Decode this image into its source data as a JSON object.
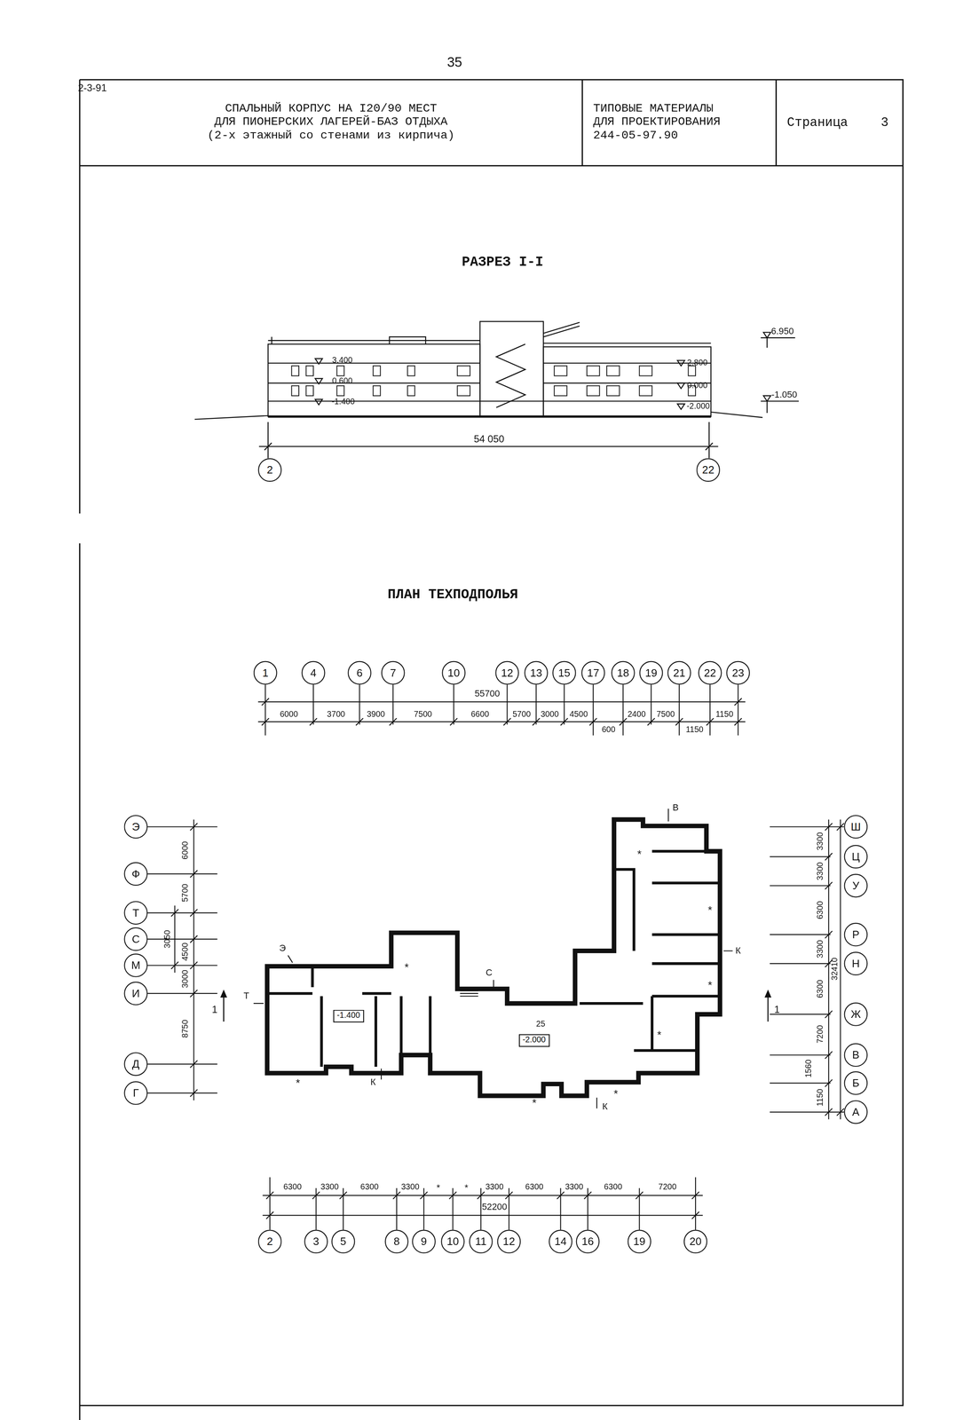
{
  "diagram": {
    "nodes": [
      {
        "text": [
          "СПАЛЬНЫЙ КОРПУС НА I20/90 МЕСТ ДЛЯ ПИОНЕРСКИХ ЛАГЕРЕЙ-БАЗ ОТДЫХА",
          "(2-х этажный со стенами из кирпича)"
        ]
      },
      {
        "text": [
          "ТИПОВЫЕ МАТЕРИАЛЫ ДЛЯ ПРОЕКТИРОВАНИЯ 244-05-97.90"
        ]
      },
      {
        "text": [
          "Страница",
          "3"
        ]
      },
      {
        "text": [
          "2"
        ]
      },
      {
        "text": [
          "22"
        ]
      },
      {
        "text": [
          "1"
        ]
      },
      {
        "text": [
          "4"
        ]
      },
      {
        "text": [
          "6"
        ]
      },
      {
        "text": [
          "7"
        ]
      },
      {
        "text": [
          "10"
        ]
      },
      {
        "text": [
          "12"
        ]
      },
      {
        "text": [
          "13"
        ]
      },
      {
        "text": [
          "15"
        ]
      },
      {
        "text": [
          "17"
        ]
      },
      {
        "text": [
          "18"
        ]
      },
      {
        "text": [
          "19"
        ]
      },
      {
        "text": [
          "21"
        ]
      },
      {
        "text": [
          "22"
        ]
      },
      {
        "text": [
          "23"
        ]
      },
      {
        "text": [
          "Э"
        ]
      },
      {
        "text": [
          "Ф"
        ]
      },
      {
        "text": [
          "Т"
        ]
      },
      {
        "text": [
          "С"
        ]
      },
      {
        "text": [
          "М"
        ]
      },
      {
        "text": [
          "И"
        ]
      },
      {
        "text": [
          "Д"
        ]
      },
      {
        "text": [
          "Г"
        ]
      },
      {
        "text": [
          "Ш"
        ]
      },
      {
        "text": [
          "Ц"
        ]
      },
      {
        "text": [
          "У"
        ]
      },
      {
        "text": [
          "Р"
        ]
      },
      {
        "text": [
          "Н"
        ]
      },
      {
        "text": [
          "Ж"
        ]
      },
      {
        "text": [
          "В"
        ]
      },
      {
        "text": [
          "Б"
        ]
      },
      {
        "text": [
          "А"
        ]
      },
      {
        "text": [
          "-1.400"
        ]
      },
      {
        "text": [
          "-2.000"
        ]
      },
      {
        "text": [
          "2"
        ]
      },
      {
        "text": [
          "3"
        ]
      },
      {
        "text": [
          "5"
        ]
      },
      {
        "text": [
          "8"
        ]
      },
      {
        "text": [
          "9"
        ]
      },
      {
        "text": [
          "10"
        ]
      },
      {
        "text": [
          "11"
        ]
      },
      {
        "text": [
          "12"
        ]
      },
      {
        "text": [
          "14"
        ]
      },
      {
        "text": [
          "16"
        ]
      },
      {
        "text": [
          "19"
        ]
      },
      {
        "text": [
          "20"
        ]
      }
    ],
    "labels": [
      "2-3-91",
      "35",
      "РАЗРЕЗ I-I",
      "3.400",
      "0.600",
      "-1.400",
      "2.800",
      "0.000",
      "-2.000",
      "6.950",
      "-1.050",
      "54 050",
      "ПЛАН ТЕХПОДПОЛЬЯ",
      "55700",
      "6000",
      "3700",
      "3900",
      "7500",
      "6600",
      "5700",
      "3000",
      "4500",
      "2400",
      "7500",
      "1150",
      "600",
      "1150",
      "6000",
      "5700",
      "3050",
      "4500",
      "3000",
      "8750",
      "3300",
      "3300",
      "6300",
      "3300",
      "6300",
      "7200",
      "1560",
      "1150",
      "32410",
      "6300",
      "3300",
      "6300",
      "3300",
      "*",
      "*",
      "3300",
      "6300",
      "3300",
      "6300",
      "7200",
      "52200",
      "1",
      "1",
      "Э",
      "Т",
      "С",
      "В",
      "К",
      "К",
      "К",
      "25",
      "*",
      "*",
      "*",
      "*",
      "*",
      "*",
      "*",
      "*"
    ]
  }
}
